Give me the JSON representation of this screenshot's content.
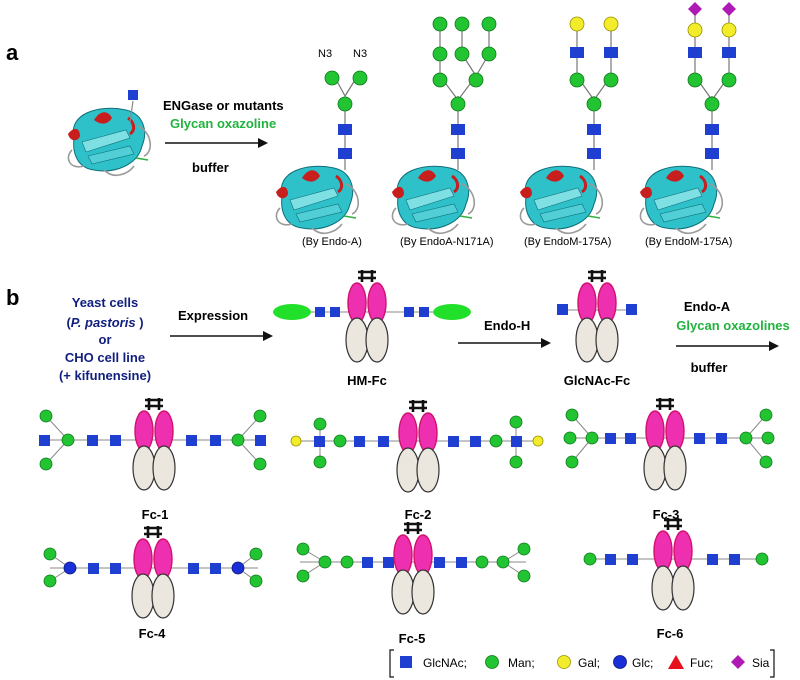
{
  "panel_a": {
    "label": "a",
    "arrow_above_1": "ENGase or mutants",
    "arrow_above_2": "Glycan oxazoline",
    "arrow_below": "buffer",
    "n3_1": "N3",
    "n3_2": "N3",
    "products": [
      {
        "caption": "(By Endo-A)"
      },
      {
        "caption": "(By EndoA-N171A)"
      },
      {
        "caption": "(By EndoM-175A)"
      },
      {
        "caption": "(By EndoM-175A)"
      }
    ]
  },
  "panel_b": {
    "label": "b",
    "source_line1": "Yeast cells",
    "source_line2a": "(",
    "source_line2b": "P. pastoris",
    "source_line2c": " )",
    "source_line3": "or",
    "source_line4": "CHO cell line",
    "source_line5": "(+ kifunensine)",
    "step1_label": "Expression",
    "hm_label": "HM-Fc",
    "step2_label": "Endo-H",
    "glcnac_label": "GlcNAc-Fc",
    "step3_label1": "Endo-A",
    "step3_label2": "Glycan oxazolines",
    "step3_below": "buffer",
    "fc_labels": [
      "Fc-1",
      "Fc-2",
      "Fc-3",
      "Fc-4",
      "Fc-5",
      "Fc-6"
    ]
  },
  "legend": {
    "glcnac": "GlcNAc;",
    "man": "Man;",
    "gal": "Gal;",
    "glc": "Glc;",
    "fuc": "Fuc;",
    "sia": "Sia"
  },
  "colors": {
    "glcnac": "#1f3fd1",
    "man": "#22c432",
    "gal": "#f2ec2a",
    "glc": "#1b2fd6",
    "fuc": "#e8111b",
    "sia": "#b01ab4",
    "fc_pink": "#ee2fb0",
    "fc_gray": "#ebe7df",
    "green_text": "#22b33e",
    "navy_text": "#101e7e"
  }
}
